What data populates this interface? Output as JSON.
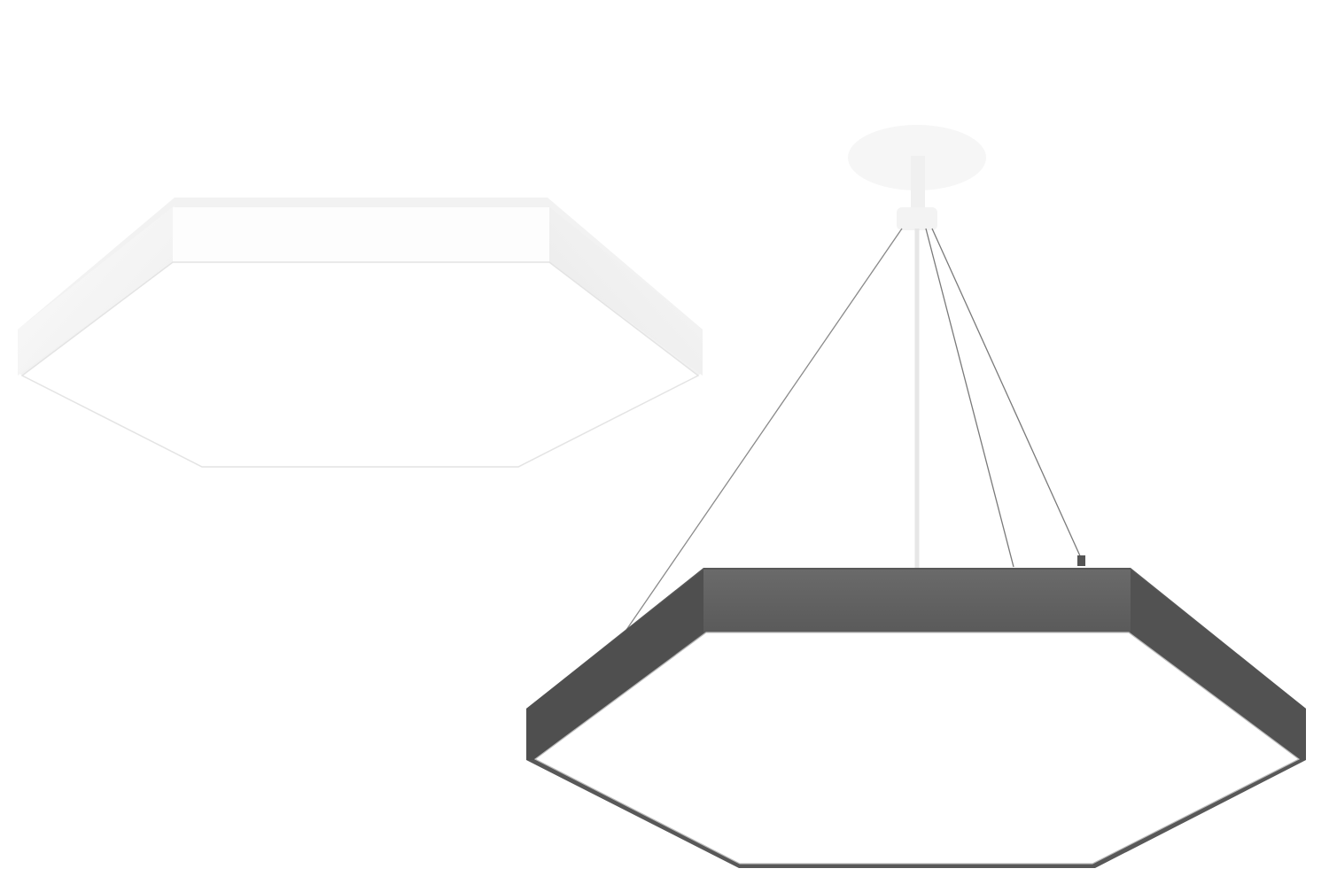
{
  "scene": {
    "background": "#ffffff",
    "products": [
      {
        "name": "surface-mount-hexagon-luminaire",
        "finish": "white",
        "frame_color": "#f4f4f4",
        "diffuser_color": "#ffffff"
      },
      {
        "name": "suspended-hexagon-luminaire",
        "finish": "dark grey",
        "frame_color": "#5f5f5f",
        "diffuser_color": "#ffffff",
        "suspension_cables": 4
      }
    ]
  }
}
